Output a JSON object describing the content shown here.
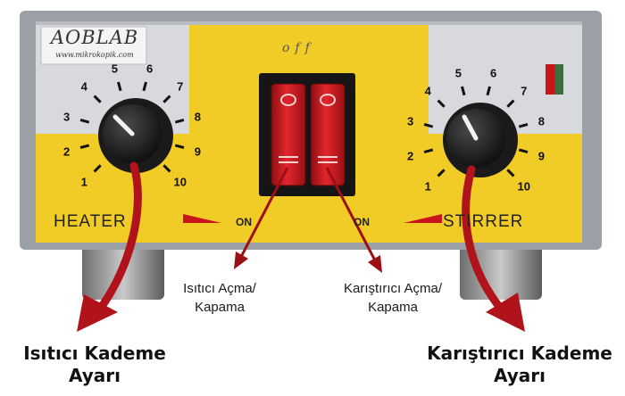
{
  "logo": {
    "brand": "AOBLAB",
    "website": "www.mikrokopik.com"
  },
  "panel": {
    "off_label": "off",
    "heater_label": "HEATER",
    "stirrer_label": "STIRRER",
    "on_left": "ON",
    "on_right": "ON",
    "dial_scale": [
      "1",
      "2",
      "3",
      "4",
      "5",
      "6",
      "7",
      "8",
      "9",
      "10"
    ]
  },
  "annotations": {
    "heater_switch": {
      "line1": "Isıtıcı Açma/",
      "line2": "Kapama"
    },
    "stirrer_switch": {
      "line1": "Karıştırıcı Açma/",
      "line2": "Kapama"
    },
    "heater_level": {
      "line1": "Isıtıcı Kademe",
      "line2": "Ayarı"
    },
    "stirrer_level": {
      "line1": "Karıştırıcı Kademe",
      "line2": "Ayarı"
    }
  },
  "colors": {
    "panel_yellow": "#f2cc26",
    "panel_gray": "#d7d9dc",
    "switch_red": "#c8151b",
    "arrow_red": "#b0141a"
  }
}
